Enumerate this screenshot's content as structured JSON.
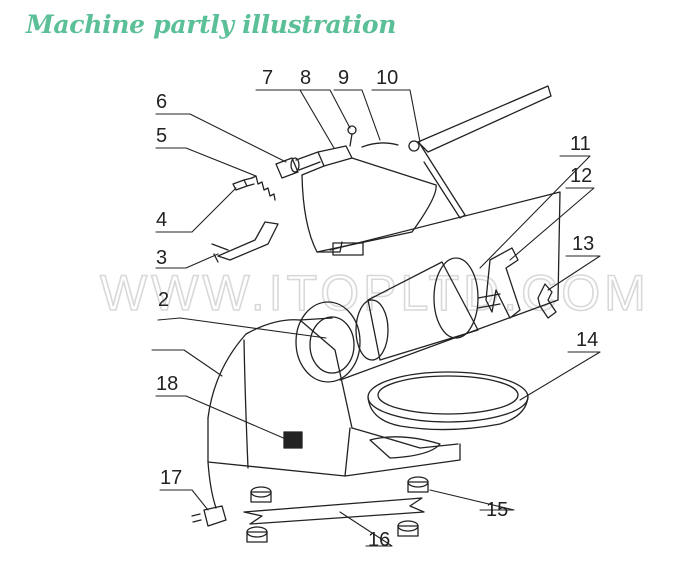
{
  "title": "Machine partly illustration",
  "title_color": "#5bbf97",
  "watermark": "WWW.ITOPLTD.COM",
  "line_color": "#222222",
  "parts": [
    "2",
    "3",
    "4",
    "5",
    "6",
    "7",
    "8",
    "9",
    "10",
    "11",
    "12",
    "13",
    "14",
    "15",
    "16",
    "17",
    "18"
  ]
}
